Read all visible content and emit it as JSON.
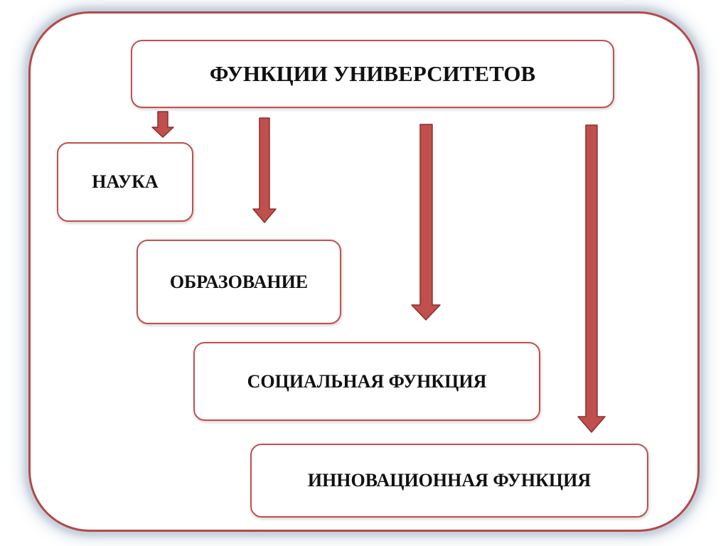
{
  "title": "ФУНКЦИИ УНИВЕРСИТЕТОВ",
  "functions": [
    "НАУКА",
    "ОБРАЗОВАНИЕ",
    "СОЦИАЛЬНАЯ ФУНКЦИЯ",
    "ИННОВАЦИОННАЯ ФУНКЦИЯ"
  ],
  "colors": {
    "border": "#c0504d",
    "arrow": "#c0504d",
    "frame_glow": "#c3ced9"
  }
}
